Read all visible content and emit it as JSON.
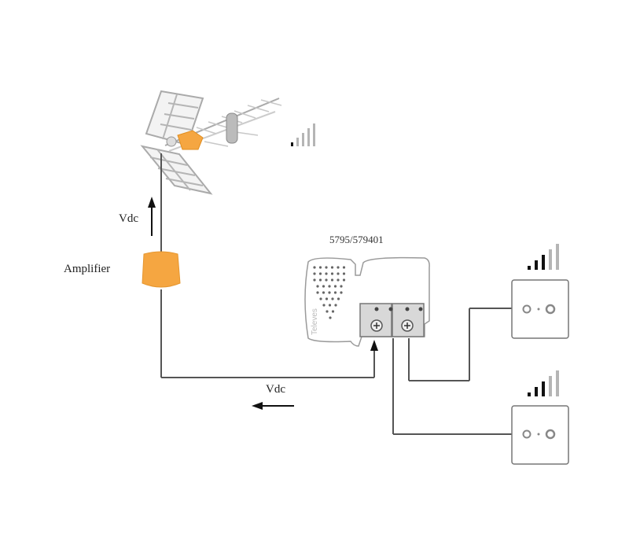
{
  "labels": {
    "vdc_up": "Vdc",
    "amplifier": "Amplifier",
    "model": "5795/579401",
    "vdc_left": "Vdc",
    "brand": "Televes"
  },
  "signal_levels": {
    "antenna": {
      "active": 1,
      "total": 5
    },
    "outlet_top": {
      "active": 3,
      "total": 5
    },
    "outlet_bottom": {
      "active": 3,
      "total": 5
    }
  },
  "colors": {
    "amplifier": "#f5a641",
    "cable": "#555555",
    "device_outline": "#9a9a9a",
    "bar_active": "#111111",
    "bar_inactive": "#b5b5b5"
  }
}
